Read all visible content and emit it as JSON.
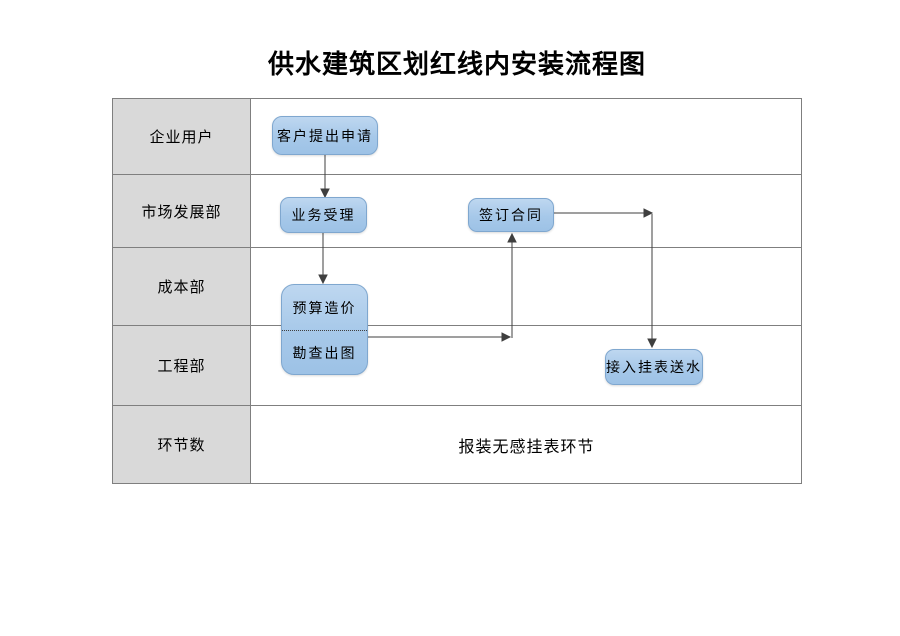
{
  "title": "供水建筑区划红线内安装流程图",
  "lanes": [
    {
      "label": "企业用户"
    },
    {
      "label": "市场发展部"
    },
    {
      "label": "成本部"
    },
    {
      "label": "工程部"
    },
    {
      "label": "环节数"
    }
  ],
  "nodes": {
    "apply": "客户提出申请",
    "accept": "业务受理",
    "contract": "签订合同",
    "budget": "预算造价",
    "survey": "勘查出图",
    "connect": "接入挂表送水"
  },
  "footer": "报装无感挂表环节",
  "colors": {
    "node_fill": "#a8c8e9",
    "node_border": "#7fa7cf",
    "lane_header_bg": "#d9d9d9",
    "table_border": "#7f7f7f",
    "connector": "#3f3f3f"
  }
}
